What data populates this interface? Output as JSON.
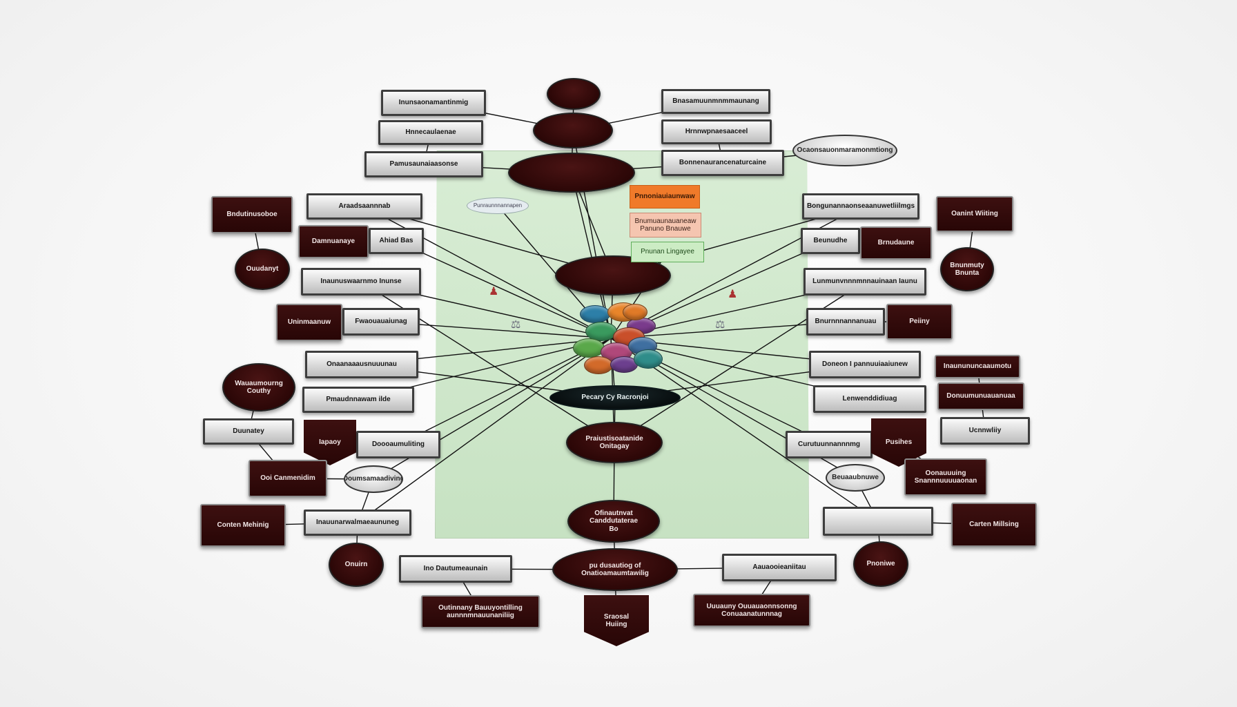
{
  "colors": {
    "panel": "#c9e6c3",
    "dark_node": "#2e0909",
    "gray_node": "#d4d4d4",
    "line": "#111111",
    "cluster": [
      "#2d7fa8",
      "#e8852a",
      "#7a3b8c",
      "#3a9a5e",
      "#c94f2a",
      "#5aa84a",
      "#b0487a",
      "#3f6fa0",
      "#d26a2a",
      "#6c3f8e",
      "#2f8d8a",
      "#e07a28"
    ]
  },
  "nodes": {
    "top_oval": "",
    "top_center_oval": "",
    "upper_oval": "",
    "hub_oval": "",
    "governance_oval": "Pecary Cy Racronjoi",
    "mid_oval": "Praiustisoatanide\nOnitagay",
    "lower_oval": "Ofinautnvat\nCanddutaterae\nBo",
    "bottom_oval": "pu dusautiog of\nOnatioamaumtawilig",
    "bottom_shield": "Sraosal\nHuiing",
    "top_left_1": "Inunsaonamantinmig",
    "top_left_2": "Hnnecaulaenae",
    "top_left_3": "Pamusaunaiaasonse",
    "top_right_1": "Bnasamuunmnmmaunang",
    "top_right_2": "Hrnnwpnaesaaceel",
    "top_right_3": "Bonnenaurancenaturcaine",
    "top_right_oval": "Ocaonsauonmaramonmtiong",
    "left_gray_1": "Araadsaannnab",
    "left_dark_1": "Bndutinusoboe",
    "left_dark_2": "Damnuanaye",
    "left_gray_2": "Ahiad Bas",
    "left_oval_1": "Ouudanyt",
    "left_gray_3": "Inaunuswaarnmo Inunse",
    "left_dark_3": "Uninmaanuw",
    "left_gray_4": "Fwaouauaiunag",
    "left_gray_5": "Onaanaaausnuuunau",
    "left_oval_2": "Wauaumourng\nCouthy",
    "left_gray_6": "Pmaudnnawam ilde",
    "left_gray_7": "Duunatey",
    "left_shield": "Iapaoy",
    "left_gray_8": "Doooaumuliting",
    "left_dark_4": "Ooi Canmenidim",
    "left_oval_gray": "Ooumsamaadiving",
    "left_dark_5": "Conten Mehinig",
    "left_gray_9": "Inauunarwalmaeaununeg",
    "left_oval_3": "Onuirn",
    "bottom_left_gray": "Ino Dautumeaunain",
    "bottom_left_dark": "Outinnany Bauuyontilling\naunnnmnauunaniliig",
    "right_gray_1": "Bongunannaonseaanuwetliilmgs",
    "right_dark_1": "Oanint Wiiting",
    "right_gray_2": "Beunudhe",
    "right_dark_2": "Brnudaune",
    "right_oval_1": "Bnunmuty\nBnunta",
    "right_gray_3": "Lunmunvnnnmnnauinaan Iaunu",
    "right_gray_4": "Bnurnnnannanuau",
    "right_dark_3": "Peiiny",
    "right_gray_5": "Doneon I pannuuiaaiunew",
    "right_dark_4": "Inaunununcaaumotu",
    "right_dark_5": "Donuumunuauanuaa",
    "right_gray_6": "Lenwenddidiuag",
    "right_gray_7": "Ucnnwliiy",
    "right_gray_8": "Curutuunnannnmg",
    "right_shield": "Pusihes",
    "right_dark_6": "Oonauuuing\nSnannnuuuuaonan",
    "right_oval_gray": "Beuaaubnuwe",
    "right_gray_9": "",
    "right_dark_7": "Carten Millsing",
    "right_oval_2": "Pnoniwe",
    "bottom_right_gray": "Aauaooieaniitau",
    "bottom_right_dark": "Uuuauny Ouuauaonnsonng\nConuaanatunnnag",
    "note_orange": "Pnnoniauiaunwaw",
    "note_pink": "Bnumuaunauaneaw\nPanuno Bnauwe",
    "note_green": "Pnunan Lingayee",
    "note_oval": "Punraunnnannapen"
  }
}
